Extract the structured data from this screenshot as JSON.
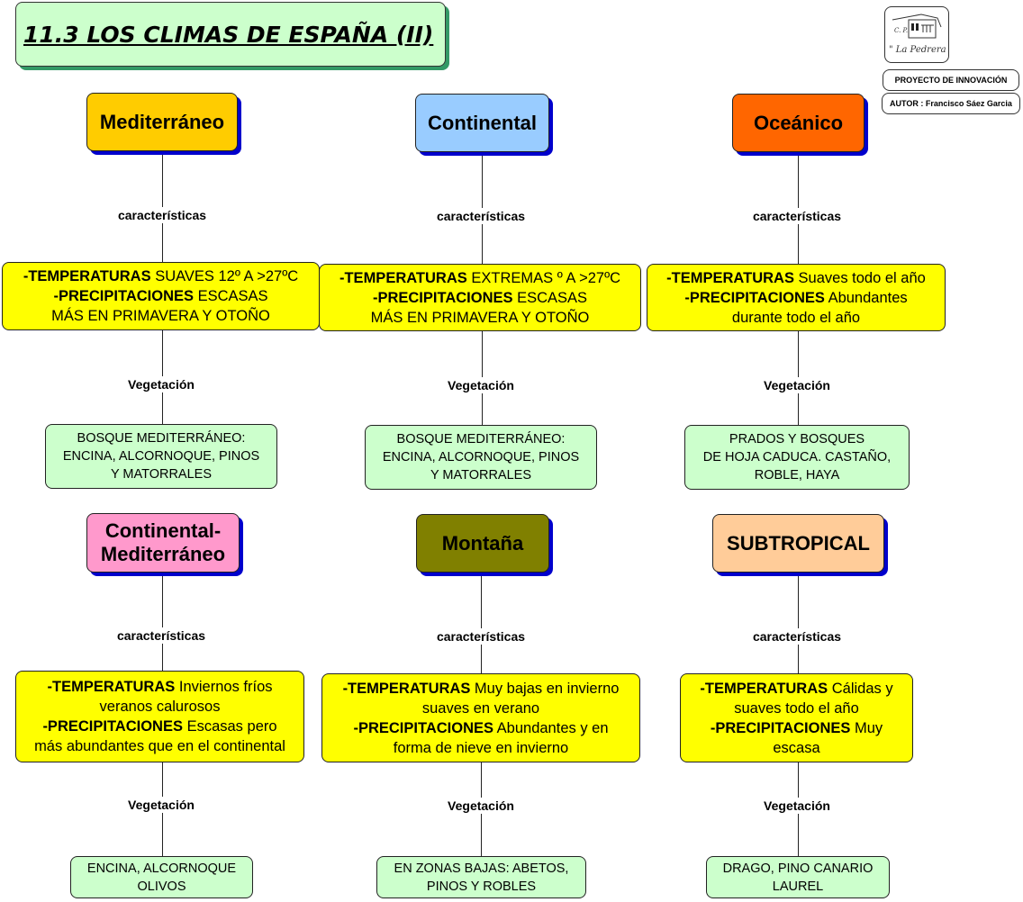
{
  "title": "11.3 LOS CLIMAS DE ESPAÑA (II)",
  "logo": {
    "line1": "C. P.",
    "line2": "\" La Pedrera \""
  },
  "project_label": "PROYECTO DE INNOVACIÓN",
  "author_label": "AUTOR : Francisco Sáez Garcia",
  "connector_labels": {
    "features": "características",
    "vegetation": "Vegetación"
  },
  "colors": {
    "mediterraneo": "#ffcc00",
    "continental": "#99ccff",
    "oceanico": "#ff6600",
    "continental_mediterraneo": "#ff99cc",
    "montana": "#808000",
    "subtropical": "#ffcc99",
    "features_box": "#ffff00",
    "vegetation_box": "#ccffcc",
    "shadow": "#0000cc"
  },
  "climates": [
    {
      "name": "Mediterráneo",
      "features": [
        {
          "bold": "-TEMPERATURAS",
          "text": " SUAVES 12º A >27ºC"
        },
        {
          "bold": "-PRECIPITACIONES",
          "text": " ESCASAS"
        },
        {
          "bold": "",
          "text": "MÁS EN PRIMAVERA Y OTOÑO"
        }
      ],
      "vegetation": [
        "BOSQUE MEDITERRÁNEO:",
        "ENCINA, ALCORNOQUE, PINOS",
        "Y MATORRALES"
      ]
    },
    {
      "name": "Continental",
      "features": [
        {
          "bold": "-TEMPERATURAS",
          "text": " EXTREMAS º A >27ºC"
        },
        {
          "bold": "-PRECIPITACIONES",
          "text": " ESCASAS"
        },
        {
          "bold": "",
          "text": "MÁS EN PRIMAVERA Y OTOÑO"
        }
      ],
      "vegetation": [
        "BOSQUE MEDITERRÁNEO:",
        "ENCINA, ALCORNOQUE, PINOS",
        "Y MATORRALES"
      ]
    },
    {
      "name": "Oceánico",
      "features": [
        {
          "bold": "-TEMPERATURAS",
          "text": " Suaves todo el año"
        },
        {
          "bold": "-PRECIPITACIONES",
          "text": " Abundantes"
        },
        {
          "bold": "",
          "text": "durante todo el año"
        }
      ],
      "vegetation": [
        "PRADOS Y BOSQUES",
        "DE HOJA CADUCA. CASTAÑO,",
        "ROBLE, HAYA"
      ]
    },
    {
      "name": "Continental-Mediterráneo",
      "name_lines": [
        "Continental-",
        "Mediterráneo"
      ],
      "features": [
        {
          "bold": "-TEMPERATURAS",
          "text": " Inviernos fríos"
        },
        {
          "bold": "",
          "text": "veranos calurosos"
        },
        {
          "bold": "-PRECIPITACIONES",
          "text": " Escasas pero"
        },
        {
          "bold": "",
          "text": "más abundantes que en el continental"
        }
      ],
      "vegetation": [
        "ENCINA, ALCORNOQUE",
        "OLIVOS"
      ]
    },
    {
      "name": "Montaña",
      "features": [
        {
          "bold": "-TEMPERATURAS",
          "text": " Muy bajas en invierno"
        },
        {
          "bold": "",
          "text": "suaves en verano"
        },
        {
          "bold": "-PRECIPITACIONES",
          "text": " Abundantes y en"
        },
        {
          "bold": "",
          "text": "forma de nieve en invierno"
        }
      ],
      "vegetation": [
        "EN ZONAS BAJAS: ABETOS,",
        "PINOS Y ROBLES"
      ]
    },
    {
      "name": "SUBTROPICAL",
      "features": [
        {
          "bold": "-TEMPERATURAS",
          "text": " Cálidas y"
        },
        {
          "bold": "",
          "text": "suaves todo el año"
        },
        {
          "bold": "-PRECIPITACIONES",
          "text": " Muy"
        },
        {
          "bold": "",
          "text": "escasa"
        }
      ],
      "vegetation": [
        "DRAGO, PINO CANARIO",
        "LAUREL"
      ]
    }
  ]
}
